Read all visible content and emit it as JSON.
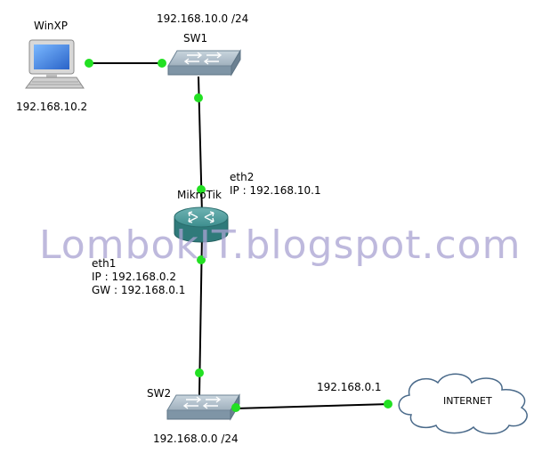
{
  "nodes": {
    "winxp": {
      "name": "WinXP",
      "ip": "192.168.10.2"
    },
    "sw1": {
      "name": "SW1",
      "subnet": "192.168.10.0 /24"
    },
    "mikrotik": {
      "name": "MikroTik",
      "eth2": {
        "iface": "eth2",
        "ip": "IP : 192.168.10.1"
      },
      "eth1": {
        "iface": "eth1",
        "ip": "IP : 192.168.0.2",
        "gw": "GW : 192.168.0.1"
      }
    },
    "sw2": {
      "name": "SW2",
      "subnet": "192.168.0.0 /24"
    },
    "internet": {
      "name": "INTERNET",
      "ip": "192.168.0.1"
    }
  },
  "watermark": "LombokIT.blogspot.com",
  "colors": {
    "link_dot": "#22e022",
    "router": "#3d8e8e",
    "switch": "#8fa4b4",
    "cloud_border": "#4a6a8a"
  },
  "icons": {
    "winxp": "desktop-computer-icon",
    "sw1": "switch-icon",
    "mikrotik": "router-icon",
    "sw2": "switch-icon",
    "internet": "cloud-icon"
  }
}
